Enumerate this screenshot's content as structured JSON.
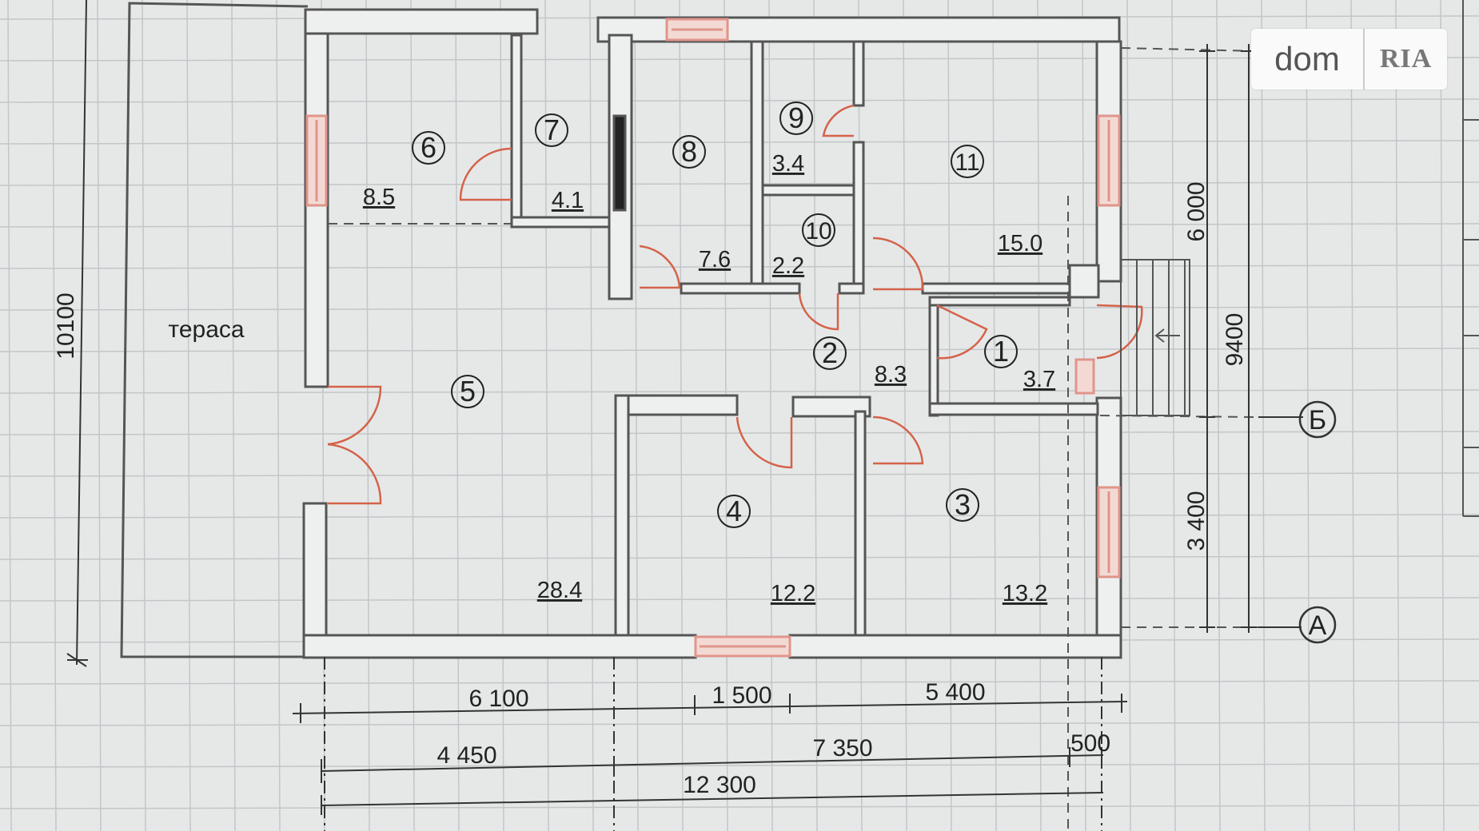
{
  "terrace_label": "тераса",
  "rooms": [
    {
      "num": "1",
      "area": "3.7"
    },
    {
      "num": "2",
      "area": "8.3"
    },
    {
      "num": "3",
      "area": "13.2"
    },
    {
      "num": "4",
      "area": "12.2"
    },
    {
      "num": "5",
      "area": "28.4"
    },
    {
      "num": "6",
      "area": "8.5"
    },
    {
      "num": "7",
      "area": "4.1"
    },
    {
      "num": "8",
      "area": "7.6"
    },
    {
      "num": "9",
      "area": "3.4"
    },
    {
      "num": "10",
      "area": "2.2"
    },
    {
      "num": "11",
      "area": "15.0"
    }
  ],
  "dimensions": {
    "total_height": "10100",
    "right_upper": "6 000",
    "right_lower": "3 400",
    "right_overall": "9400",
    "bottom_row1": [
      "6 100",
      "1 500",
      "5 400"
    ],
    "bottom_row2": [
      "4 450",
      "7 350",
      "500"
    ],
    "bottom_total": "12 300"
  },
  "axes": {
    "a": "А",
    "b": "Б"
  },
  "watermark": {
    "left": "dom",
    "right": "RIA"
  },
  "colors": {
    "wall": "#555555",
    "door": "#d4634a",
    "window": "#e0958a",
    "grid": "#c2c6c8",
    "background": "#e6e8e8"
  }
}
